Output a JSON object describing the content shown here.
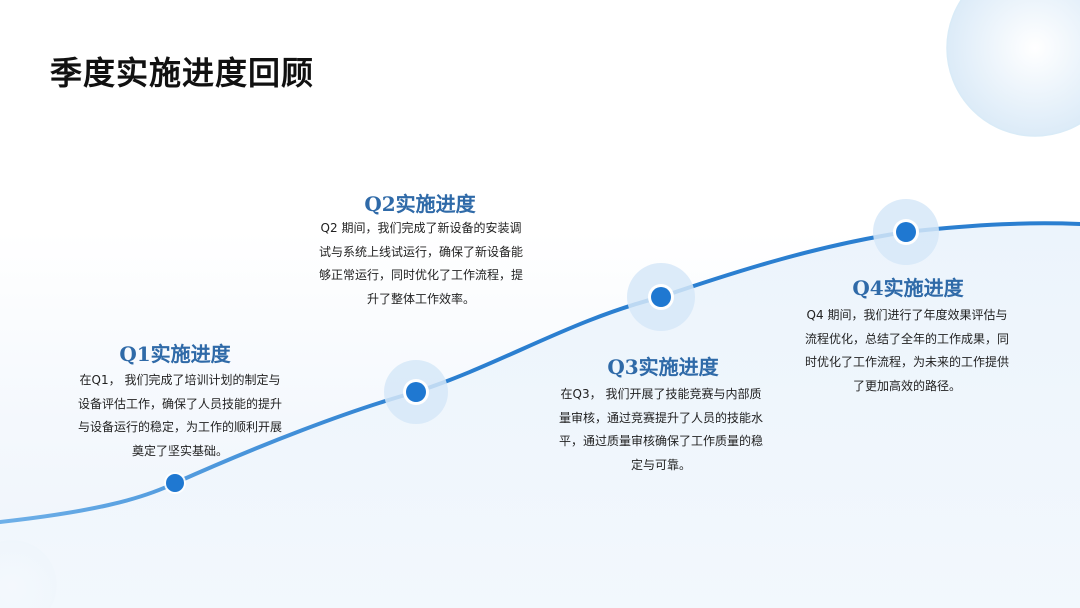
{
  "title": "季度实施进度回顾",
  "colors": {
    "accent": "#2f6aa8",
    "line": "#2b7fd0",
    "node": "#1f78d1",
    "halo": "#d6e8f8",
    "bubble": "#e4f1fb"
  },
  "quarters": [
    {
      "heading": "Q1实施进度",
      "body": "在Q1， 我们完成了培训计划的制定与设备评估工作，确保了人员技能的提升与设备运行的稳定，为工作的顺利开展奠定了坚实基础。"
    },
    {
      "heading": "Q2实施进度",
      "body": "Q2 期间，我们完成了新设备的安装调试与系统上线试运行，确保了新设备能够正常运行，同时优化了工作流程，提升了整体工作效率。"
    },
    {
      "heading": "Q3实施进度",
      "body": "在Q3， 我们开展了技能竞赛与内部质量审核，通过竞赛提升了人员的技能水平，通过质量审核确保了工作质量的稳定与可靠。"
    },
    {
      "heading": "Q4实施进度",
      "body": "Q4 期间，我们进行了年度效果评估与流程优化，总结了全年的工作成果，同时优化了工作流程，为未来的工作提供了更加高效的路径。"
    }
  ]
}
